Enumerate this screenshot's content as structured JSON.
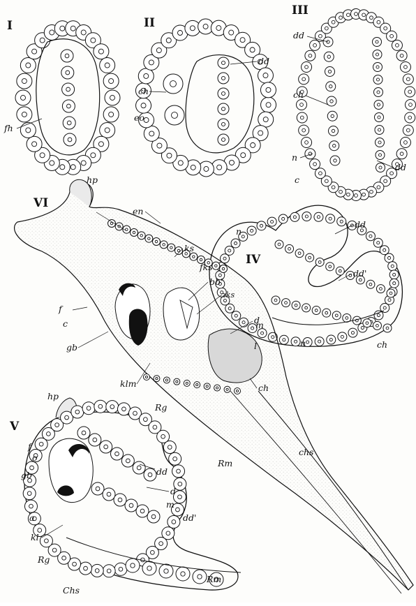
{
  "figures": {
    "fig1": {
      "numeral": "I",
      "labels": {
        "fh": "fh"
      }
    },
    "fig2": {
      "numeral": "II",
      "labels": {
        "dd": "dd",
        "ch": "ch",
        "eo": "eo"
      }
    },
    "fig3": {
      "numeral": "III",
      "labels": {
        "dd_top": "dd",
        "ch": "ch",
        "n": "n",
        "c": "c",
        "dd_bottom": "dd"
      }
    },
    "fig4": {
      "numeral": "IV",
      "labels": {
        "n_top": "n",
        "dd": "dd",
        "dd_prime": "dd'",
        "m": "m",
        "n_bottom": "n",
        "ch": "ch"
      }
    },
    "fig6": {
      "numeral": "VI",
      "labels": {
        "hp": "hp",
        "en": "en",
        "ks": "ks",
        "fks": "fks",
        "bb": "bb'",
        "zks": "zks",
        "f": "f",
        "c": "c",
        "gb": "gb",
        "d": "d",
        "l": "l",
        "klm": "klm",
        "Rg": "Rg",
        "ch": "ch",
        "chs": "chs",
        "Rm": "Rm"
      }
    },
    "fig5": {
      "numeral": "V",
      "labels": {
        "hp": "hp",
        "f": "f",
        "o": "o",
        "gb": "gb",
        "dd": "dd",
        "d": "d",
        "m": "m",
        "dd_prime": "dd'",
        "a": "a",
        "kl": "kl",
        "Rg": "Rg",
        "Chs": "Chs",
        "Rm": "Rm"
      }
    }
  },
  "colors": {
    "ink": "#111111",
    "paper": "#fdfdfb",
    "stipple": "#9a9a9a"
  }
}
